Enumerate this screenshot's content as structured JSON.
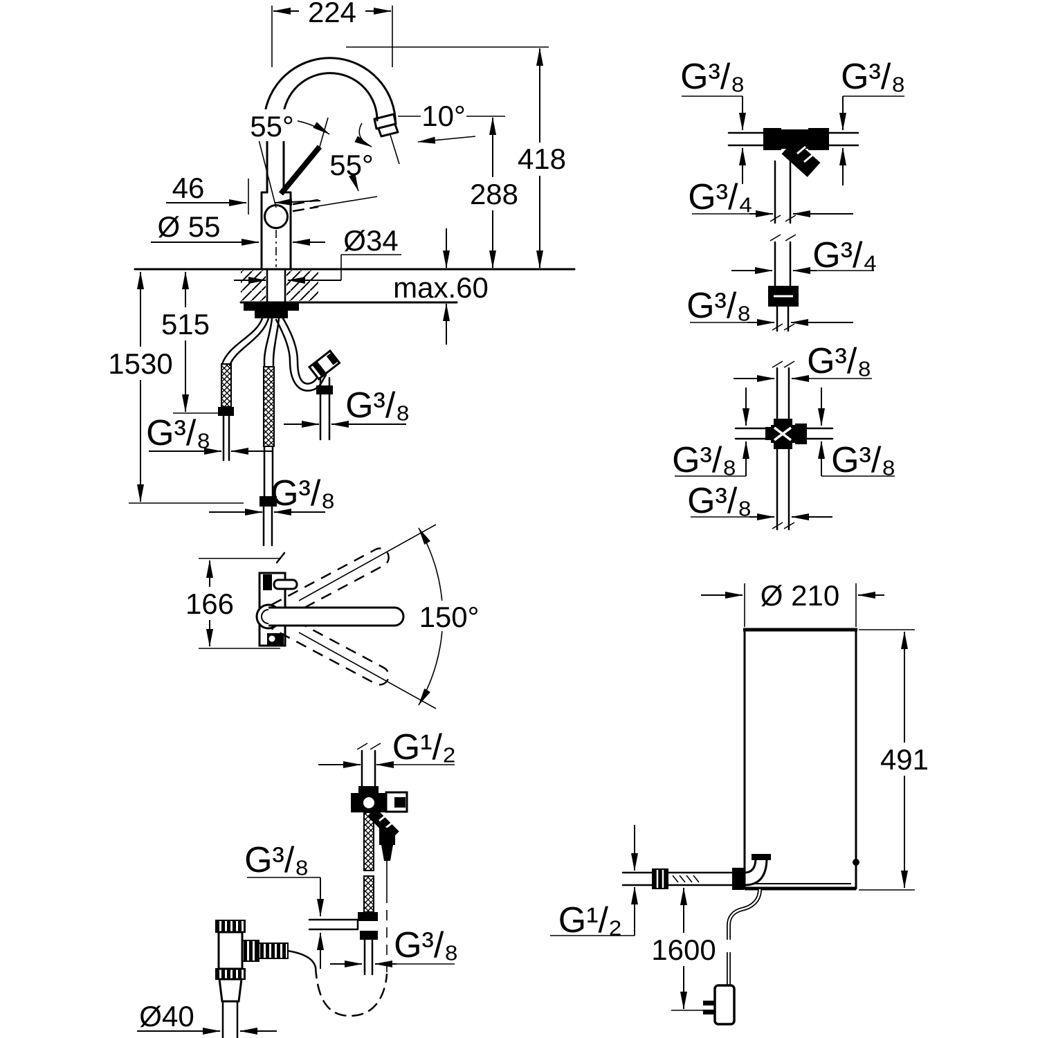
{
  "drawing_title": "Kitchen faucet and boiler installation dimensional drawing",
  "colors": {
    "ink": "#000000",
    "paper": "#ffffff"
  },
  "views": {
    "faucet_side": {
      "spout_reach": "224",
      "handle_swing": "55°",
      "spout_tilt": "10°",
      "handle_tilt": "55°",
      "handle_offset": "46",
      "body_diameter": "Ø 55",
      "shank_diameter": "Ø34",
      "height_above_deck": "418",
      "spout_outlet_height": "288",
      "max_deck_thickness": "max.60",
      "hose_length_short": "515",
      "hose_length_total": "1530",
      "left_hose_thread": "G³/₈",
      "right_hose_thread": "G³/₈",
      "bottom_hose_thread": "G³/₈"
    },
    "y_adapter": {
      "left_thread": "G³/₈",
      "right_thread": "G³/₈",
      "outlet_thread": "G³/₄"
    },
    "reducer": {
      "top_thread": "G³/₄",
      "bottom_thread": "G³/₈"
    },
    "cross_adapter": {
      "top_thread": "G³/₈",
      "left_thread": "G³/₈",
      "right_thread": "G³/₈",
      "bottom_thread": "G³/₈"
    },
    "top_view": {
      "base_depth": "166",
      "swivel_angle": "150°"
    },
    "installation": {
      "inlet_thread": "G¹/₂",
      "branch_thread": "G³/₈",
      "outlet_thread": "G³/₈",
      "drain_diameter": "Ø40"
    },
    "boiler": {
      "diameter": "Ø 210",
      "height": "491",
      "inlet_thread": "G¹/₂",
      "cable_length": "1600"
    }
  }
}
